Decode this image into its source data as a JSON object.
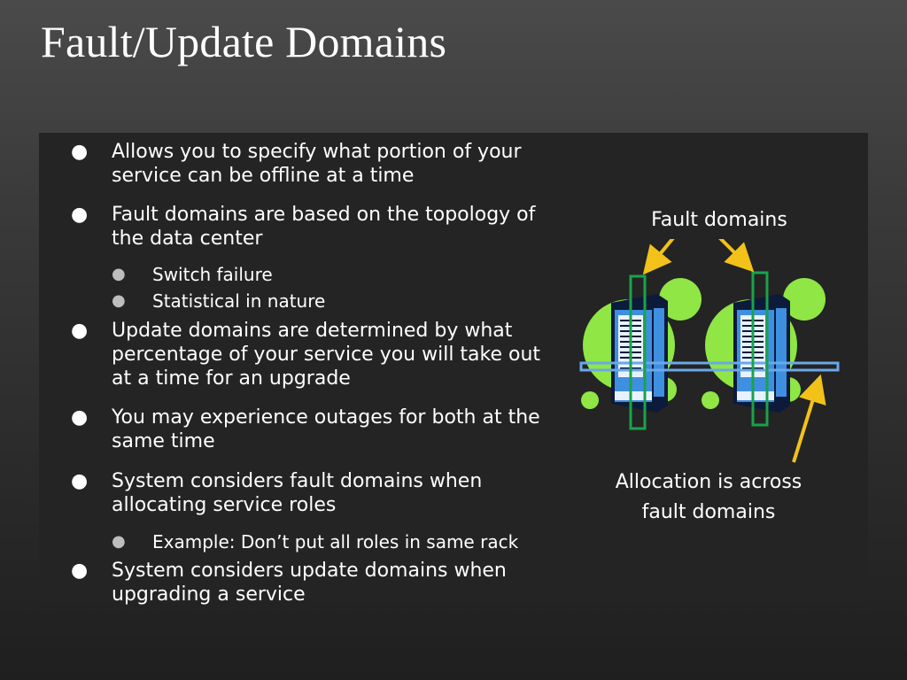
{
  "slide": {
    "title": "Fault/Update Domains"
  },
  "bullets": [
    {
      "text": "Allows you to specify what portion of your service can be offline at a time",
      "level": 1
    },
    {
      "text": "Fault domains are based on the topology of the data center",
      "level": 1
    },
    {
      "text": "Switch failure",
      "level": 2
    },
    {
      "text": "Statistical in nature",
      "level": 2
    },
    {
      "text": "Update domains are determined by what percentage of your service you will take out at a time for an upgrade",
      "level": 1
    },
    {
      "text": "You may experience outages for both at the same time",
      "level": 1
    },
    {
      "text": "System considers fault domains when allocating service roles",
      "level": 1
    },
    {
      "text": "Example:  Don’t put all roles in same rack",
      "level": 2
    },
    {
      "text": "System considers update domains when upgrading a service",
      "level": 1
    }
  ],
  "diagram": {
    "fault_domains_label": "Fault domains",
    "allocation_label_line1": "Allocation is across",
    "allocation_label_line2": "fault domains",
    "colors": {
      "blob": "#8fe645",
      "server_body": "#3f8fe0",
      "server_dark": "#0d1b3a",
      "fault_box": "#1aa34a",
      "update_bar": "#6aa8e8",
      "arrow": "#f2c21b"
    },
    "icons": [
      "server-rack-icon",
      "arrow-icon"
    ]
  }
}
